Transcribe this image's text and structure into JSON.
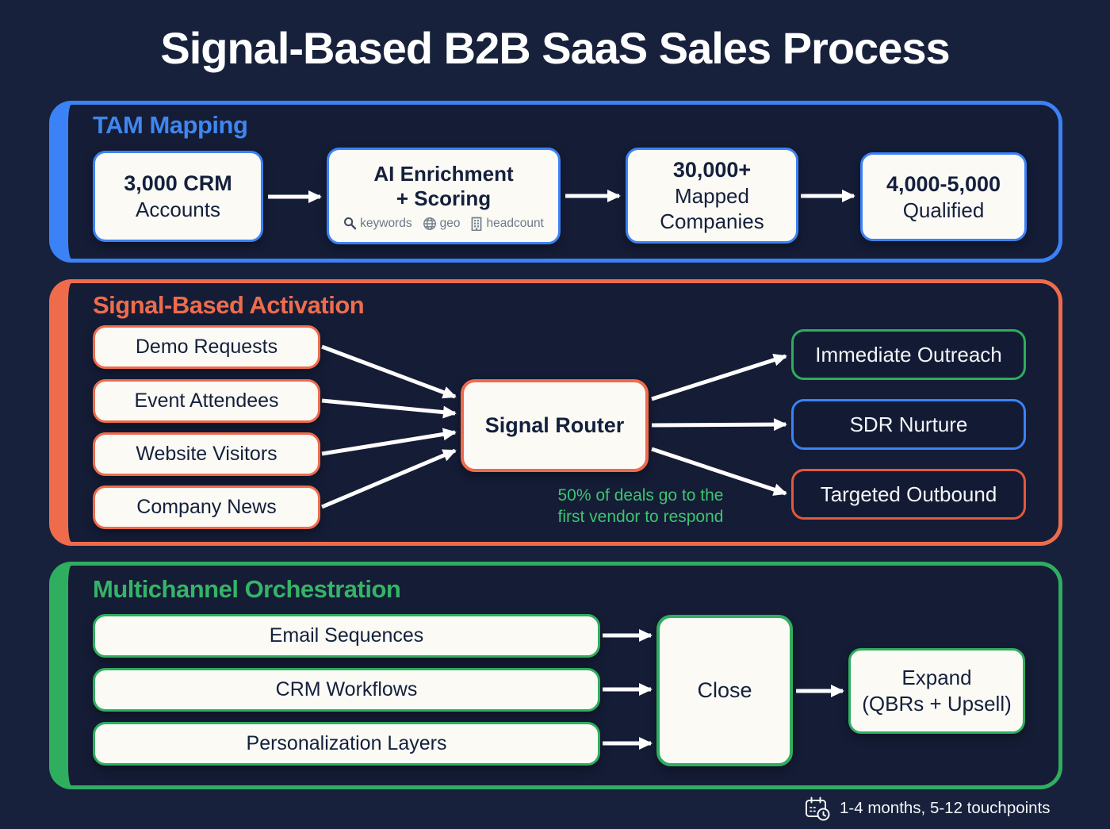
{
  "title": "Signal-Based B2B SaaS Sales Process",
  "colors": {
    "background": "#18213c",
    "blue": "#3b82f6",
    "coral": "#ee6c4c",
    "green": "#2fae60",
    "annotation_green": "#3dc470",
    "box_background": "#fbfaf5",
    "dark_text": "#14203c",
    "white_text": "#f2f5f9",
    "tag_gray": "#6f7887",
    "destination_borders": {
      "immediate_outreach": "#2ead5b",
      "sdr_nurture": "#3b82f6",
      "targeted_outbound": "#e2593c"
    }
  },
  "sections": {
    "tam": {
      "title": "TAM Mapping",
      "boxes": [
        {
          "line1": "3,000 CRM",
          "line2": "Accounts"
        },
        {
          "line1": "AI Enrichment",
          "line2": "+ Scoring",
          "tags": [
            {
              "icon": "search-icon",
              "label": "keywords"
            },
            {
              "icon": "globe-icon",
              "label": "geo"
            },
            {
              "icon": "building-icon",
              "label": "headcount"
            }
          ]
        },
        {
          "line1": "30,000+",
          "line2": "Mapped",
          "line3": "Companies"
        },
        {
          "line1": "4,000-5,000",
          "line2": "Qualified"
        }
      ]
    },
    "activation": {
      "title": "Signal-Based Activation",
      "sources": [
        "Demo Requests",
        "Event Attendees",
        "Website Visitors",
        "Company News"
      ],
      "router": "Signal Router",
      "destinations": [
        "Immediate Outreach",
        "SDR Nurture",
        "Targeted Outbound"
      ],
      "annotation_line1": "50% of deals go to the",
      "annotation_line2": "first vendor to respond"
    },
    "orchestration": {
      "title": "Multichannel Orchestration",
      "channels": [
        "Email Sequences",
        "CRM Workflows",
        "Personalization Layers"
      ],
      "close": "Close",
      "expand_line1": "Expand",
      "expand_line2": "(QBRs + Upsell)"
    }
  },
  "footer": {
    "icon": "calendar-clock-icon",
    "label": "1-4 months, 5-12 touchpoints"
  }
}
